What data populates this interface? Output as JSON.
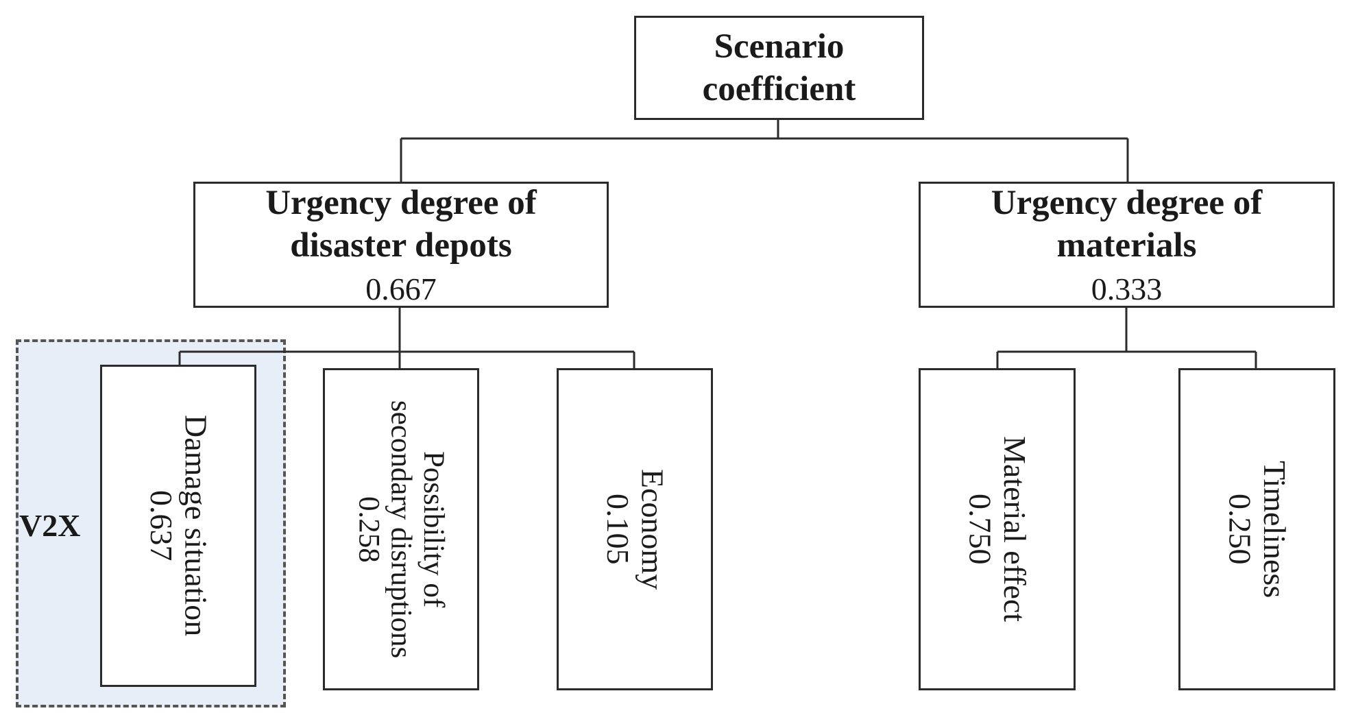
{
  "root": {
    "title_line1": "Scenario",
    "title_line2": "coefficient"
  },
  "branches": [
    {
      "title_line1": "Urgency degree of",
      "title_line2": "disaster depots",
      "weight": "0.667"
    },
    {
      "title_line1": "Urgency degree of",
      "title_line2": "materials",
      "weight": "0.333"
    }
  ],
  "leaves": [
    {
      "lines": [
        "Damage situation",
        "0.637"
      ]
    },
    {
      "lines": [
        "Possibility of",
        "secondary disruptions",
        "0.258"
      ]
    },
    {
      "lines": [
        "Economy",
        "0.105"
      ]
    },
    {
      "lines": [
        "Material effect",
        "0.750"
      ]
    },
    {
      "lines": [
        "Timeliness",
        "0.250"
      ]
    }
  ],
  "highlight": {
    "label": "V2X",
    "fill_color": "#e8eef8"
  }
}
